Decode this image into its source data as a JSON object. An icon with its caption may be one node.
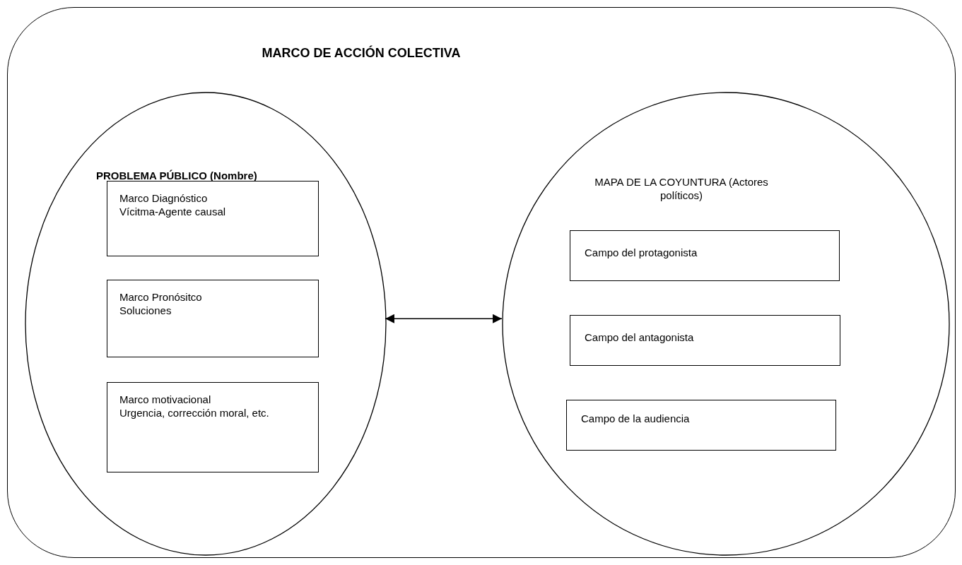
{
  "diagram": {
    "nodes": [
      {
        "text": [
          "MARCO DE ACCIÓN COLECTIVA"
        ]
      },
      {
        "text": [
          "PROBLEMA PÚBLICO (Nombre)"
        ],
        "in": 0
      },
      {
        "text": [
          "Marco Diagnóstico",
          "Vícitma-Agente causal"
        ],
        "in": 1
      },
      {
        "text": [
          "Marco Pronósitco",
          "Soluciones"
        ],
        "in": 1
      },
      {
        "text": [
          "Marco motivacional",
          "Urgencia, corrección moral, etc."
        ],
        "in": 1
      },
      {
        "text": [
          "MAPA DE LA COYUNTURA (Actores políticos)"
        ],
        "in": 0
      },
      {
        "text": [
          "Campo del protagonista"
        ],
        "in": 5
      },
      {
        "text": [
          "Campo del antagonista"
        ],
        "in": 5
      },
      {
        "text": [
          "Campo de la audiencia"
        ],
        "in": 5
      }
    ],
    "edges": [
      {
        "from": 1,
        "to": 5,
        "arrow": "both"
      }
    ]
  }
}
